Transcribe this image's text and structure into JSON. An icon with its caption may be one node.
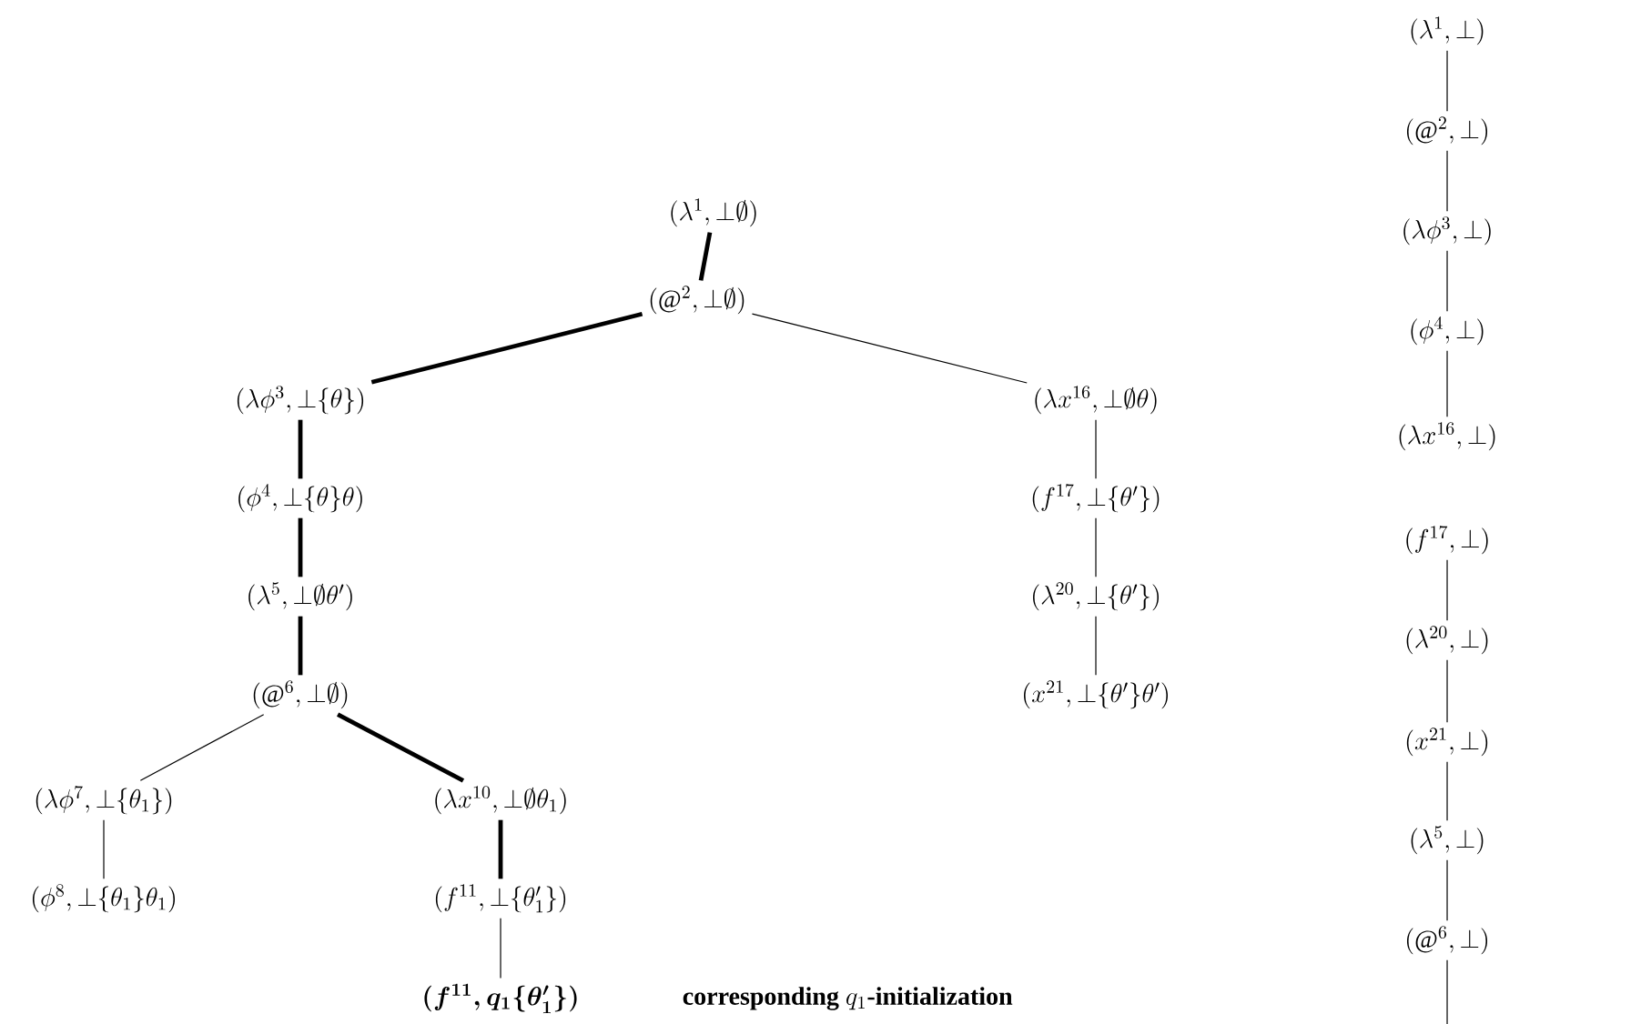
{
  "diagram": {
    "nodes": [
      {
        "text": [
          "(\\lambda^{1}, \\bot\\emptyset)"
        ]
      },
      {
        "text": [
          "(@^{2}, \\bot\\emptyset)"
        ]
      },
      {
        "text": [
          "(\\lambda\\phi^{3}, \\bot\\{\\theta\\})"
        ]
      },
      {
        "text": [
          "(\\phi^{4}, \\bot\\{\\theta\\}\\theta)"
        ]
      },
      {
        "text": [
          "(\\lambda^{5}, \\bot\\emptyset\\theta')"
        ]
      },
      {
        "text": [
          "(@^{6}, \\bot\\emptyset)"
        ]
      },
      {
        "text": [
          "(\\lambda\\phi^{7}, \\bot\\{\\theta_1\\})"
        ]
      },
      {
        "text": [
          "(\\phi^{8}, \\bot\\{\\theta_1\\}\\theta_1)"
        ]
      },
      {
        "text": [
          "(\\lambda x^{10}, \\bot\\emptyset\\theta_1)"
        ]
      },
      {
        "text": [
          "(f^{11}, \\bot\\{\\theta'_1\\})"
        ]
      },
      {
        "text": [
          "\\boldsymbol{(f^{11}, q_1\\{\\theta'_1\\})}"
        ]
      },
      {
        "text": [
          "(\\lambda x^{16}, \\bot\\emptyset\\theta)"
        ]
      },
      {
        "text": [
          "(f^{17}, \\bot\\{\\theta'\\})"
        ]
      },
      {
        "text": [
          "(\\lambda^{20}, \\bot\\{\\theta'\\})"
        ]
      },
      {
        "text": [
          "(x^{21}, \\bot\\{\\theta'\\}\\theta')"
        ]
      },
      {
        "text": [
          "(\\lambda^{1}, \\bot)"
        ]
      },
      {
        "text": [
          "(@^{2}, \\bot)"
        ]
      },
      {
        "text": [
          "(\\lambda\\phi^{3}, \\bot)"
        ]
      },
      {
        "text": [
          "(\\phi^{4}, \\bot)"
        ]
      },
      {
        "text": [
          "(\\lambda x^{16}, \\bot)"
        ]
      },
      {
        "text": [
          "(f^{17}, \\bot)"
        ]
      },
      {
        "text": [
          "(\\lambda^{20}, \\bot)"
        ]
      },
      {
        "text": [
          "(x^{21}, \\bot)"
        ]
      },
      {
        "text": [
          "(\\lambda^{5}, \\bot)"
        ]
      },
      {
        "text": [
          "(@^{6}, \\bot)"
        ]
      }
    ],
    "edges": [
      {
        "from": 0,
        "to": 1,
        "arrow": "none",
        "style": "thick"
      },
      {
        "from": 1,
        "to": 2,
        "arrow": "none",
        "style": "thick"
      },
      {
        "from": 1,
        "to": 11,
        "arrow": "none"
      },
      {
        "from": 2,
        "to": 3,
        "arrow": "none",
        "style": "thick"
      },
      {
        "from": 3,
        "to": 4,
        "arrow": "none",
        "style": "thick"
      },
      {
        "from": 4,
        "to": 5,
        "arrow": "none",
        "style": "thick"
      },
      {
        "from": 5,
        "to": 6,
        "arrow": "none"
      },
      {
        "from": 5,
        "to": 8,
        "arrow": "none",
        "style": "thick"
      },
      {
        "from": 6,
        "to": 7,
        "arrow": "none"
      },
      {
        "from": 8,
        "to": 9,
        "arrow": "none",
        "style": "thick"
      },
      {
        "from": 9,
        "to": 10,
        "arrow": "none"
      },
      {
        "from": 11,
        "to": 12,
        "arrow": "none"
      },
      {
        "from": 12,
        "to": 13,
        "arrow": "none"
      },
      {
        "from": 13,
        "to": 14,
        "arrow": "none"
      },
      {
        "from": 15,
        "to": 16,
        "arrow": "none"
      },
      {
        "from": 16,
        "to": 17,
        "arrow": "none"
      },
      {
        "from": 17,
        "to": 18,
        "arrow": "none"
      },
      {
        "from": 18,
        "to": 19,
        "arrow": "none"
      },
      {
        "from": 20,
        "to": 21,
        "arrow": "none"
      },
      {
        "from": 21,
        "to": 22,
        "arrow": "none"
      },
      {
        "from": 22,
        "to": 23,
        "arrow": "none"
      },
      {
        "from": 23,
        "to": 24,
        "arrow": "none"
      },
      {
        "from": 24,
        "to": null,
        "arrow": "none"
      }
    ],
    "labels": [
      "\\textbf{corresponding }q_1\\textbf{-initialization}"
    ]
  }
}
